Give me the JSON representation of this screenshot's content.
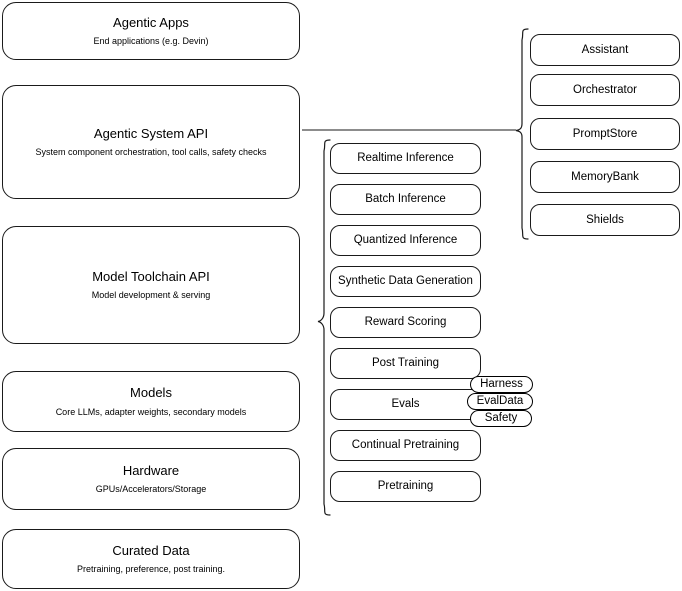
{
  "diagram": {
    "title": "AI Stack Architecture Diagram",
    "stroke_color": "#1a1a1a",
    "background_color": "#ffffff",
    "text_color": "#000000"
  },
  "stack": {
    "items": [
      {
        "title": "Agentic Apps",
        "subtitle": "End applications (e.g. Devin)"
      },
      {
        "title": "Agentic System API",
        "subtitle": "System component orchestration, tool calls, safety checks"
      },
      {
        "title": "Model Toolchain API",
        "subtitle": "Model development & serving"
      },
      {
        "title": "Models",
        "subtitle": "Core LLMs, adapter weights, secondary models"
      },
      {
        "title": "Hardware",
        "subtitle": "GPUs/Accelerators/Storage"
      },
      {
        "title": "Curated Data",
        "subtitle": "Pretraining, preference, post training."
      }
    ]
  },
  "toolchain_components": {
    "items": [
      {
        "label": "Realtime Inference"
      },
      {
        "label": "Batch Inference"
      },
      {
        "label": "Quantized Inference"
      },
      {
        "label": "Synthetic Data Generation"
      },
      {
        "label": "Reward Scoring"
      },
      {
        "label": "Post Training"
      },
      {
        "label": "Evals"
      },
      {
        "label": "Continual Pretraining"
      },
      {
        "label": "Pretraining"
      }
    ]
  },
  "eval_tags": {
    "items": [
      {
        "label": "Harness"
      },
      {
        "label": "EvalData"
      },
      {
        "label": "Safety"
      }
    ]
  },
  "agentic_components": {
    "items": [
      {
        "label": "Assistant"
      },
      {
        "label": "Orchestrator"
      },
      {
        "label": "PromptStore"
      },
      {
        "label": "MemoryBank"
      },
      {
        "label": "Shields"
      }
    ]
  },
  "connectors": {
    "agentic_brace": "right-facing-brace",
    "toolchain_brace": "left-facing-brace",
    "link_line": "agentic-system-api-to-agentic-components"
  }
}
